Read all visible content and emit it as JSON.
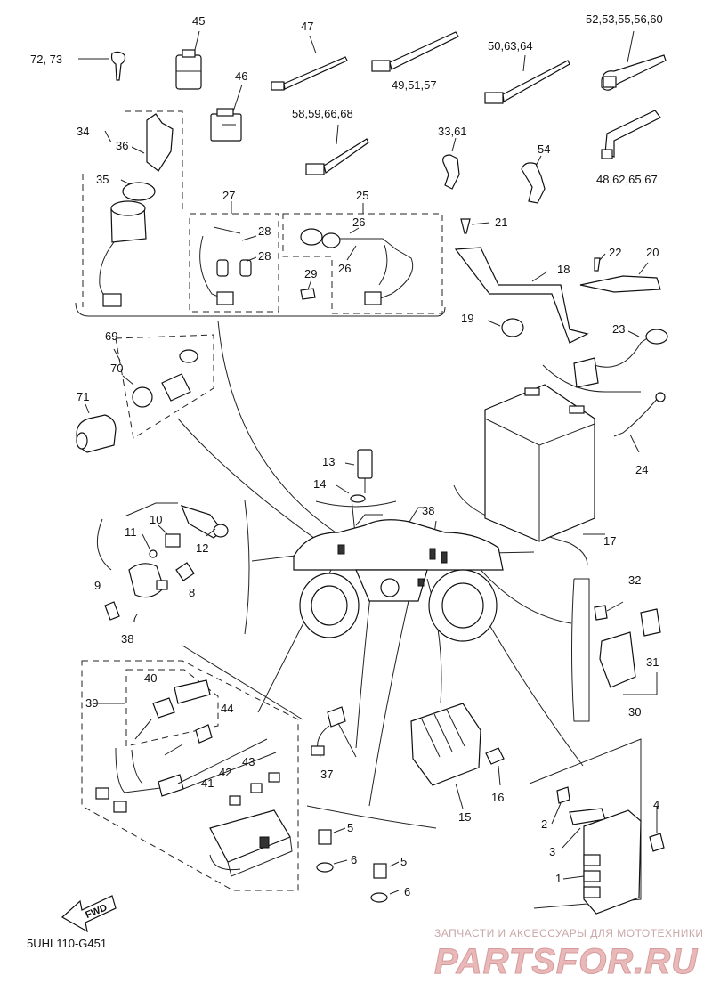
{
  "diagram_code": "5UHL110-G451",
  "fwd_label": "FWD",
  "watermark": {
    "line1": "ЗАПЧАСТИ И АКСЕССУАРЫ ДЛЯ МОТОТЕХНИКИ",
    "line2": "PARTSFOR.RU"
  },
  "callouts": {
    "c1": "1",
    "c2": "2",
    "c3": "3",
    "c4": "4",
    "c5a": "5",
    "c5b": "5",
    "c6a": "6",
    "c6b": "6",
    "c7": "7",
    "c8": "8",
    "c9": "9",
    "c10": "10",
    "c11": "11",
    "c12": "12",
    "c13": "13",
    "c14": "14",
    "c15": "15",
    "c16": "16",
    "c17": "17",
    "c18": "18",
    "c19": "19",
    "c20": "20",
    "c21": "21",
    "c22": "22",
    "c23": "23",
    "c24": "24",
    "c25": "25",
    "c26a": "26",
    "c26b": "26",
    "c27": "27",
    "c28a": "28",
    "c28b": "28",
    "c29": "29",
    "c30": "30",
    "c31": "31",
    "c32": "32",
    "c33_61": "33,61",
    "c34": "34",
    "c35": "35",
    "c36": "36",
    "c37": "37",
    "c38a": "38",
    "c38b": "38",
    "c39": "39",
    "c40": "40",
    "c41": "41",
    "c42": "42",
    "c43": "43",
    "c44": "44",
    "c45": "45",
    "c46": "46",
    "c47": "47",
    "c48_62": "48,62,65,67",
    "c49_51": "49,51,57",
    "c50_63": "50,63,64",
    "c52_53": "52,53,55,56,60",
    "c54": "54",
    "c58_59": "58,59,66,68",
    "c69": "69",
    "c70": "70",
    "c71": "71",
    "c72_73": "72, 73"
  }
}
